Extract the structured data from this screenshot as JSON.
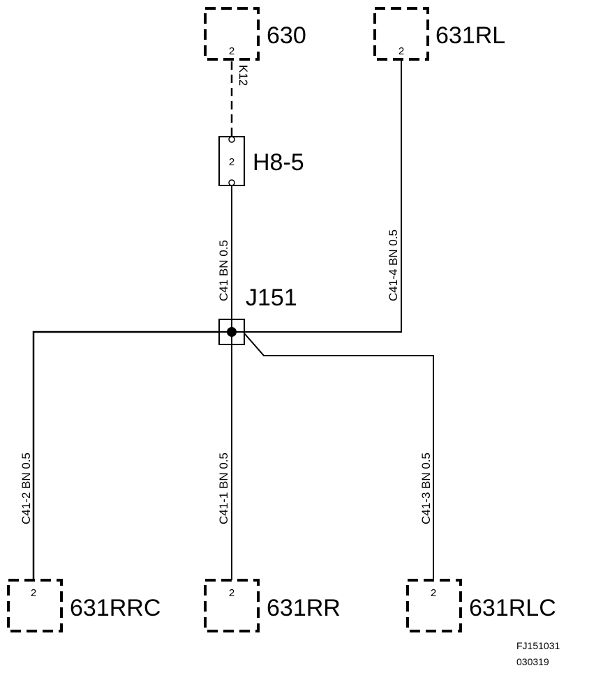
{
  "components": {
    "c630": {
      "name": "630",
      "pin": "2"
    },
    "c631rl": {
      "name": "631RL",
      "pin": "2"
    },
    "h85": {
      "name": "H8-5",
      "pin": "2"
    },
    "j151": {
      "name": "J151"
    },
    "c631rrc": {
      "name": "631RRC",
      "pin": "2"
    },
    "c631rr": {
      "name": "631RR",
      "pin": "2"
    },
    "c631rlc": {
      "name": "631RLC",
      "pin": "2"
    }
  },
  "wires": {
    "k12": "K12",
    "c41": "C41  BN  0.5",
    "c41_4": "C41-4  BN  0.5",
    "c41_2": "C41-2  BN  0.5",
    "c41_1": "C41-1  BN  0.5",
    "c41_3": "C41-3  BN  0.5"
  },
  "reference": {
    "line1": "FJ151031",
    "line2": "030319"
  }
}
